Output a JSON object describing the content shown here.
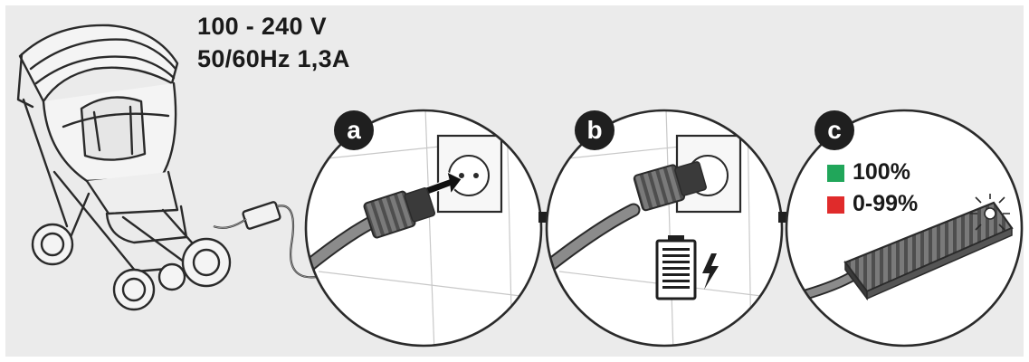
{
  "title": "",
  "specs": {
    "voltage": "100 - 240 V",
    "frequency_current": "50/60Hz 1,3A"
  },
  "steps": [
    {
      "label": "a"
    },
    {
      "label": "b"
    },
    {
      "label": "c"
    }
  ],
  "status": {
    "full": {
      "label": "100%",
      "color": "#21a65a"
    },
    "partial": {
      "label": "0-99%",
      "color": "#e02b2b"
    }
  },
  "colors": {
    "background": "#ebebeb",
    "badge": "#1f1f1f",
    "line": "#2a2a2a",
    "cable": "#8b8b8b"
  },
  "icons": [
    "stroller-icon",
    "wall-socket-icon",
    "plug-icon",
    "arrow-right-icon",
    "battery-icon",
    "lightning-icon",
    "charger-icon",
    "led-blink-icon"
  ]
}
